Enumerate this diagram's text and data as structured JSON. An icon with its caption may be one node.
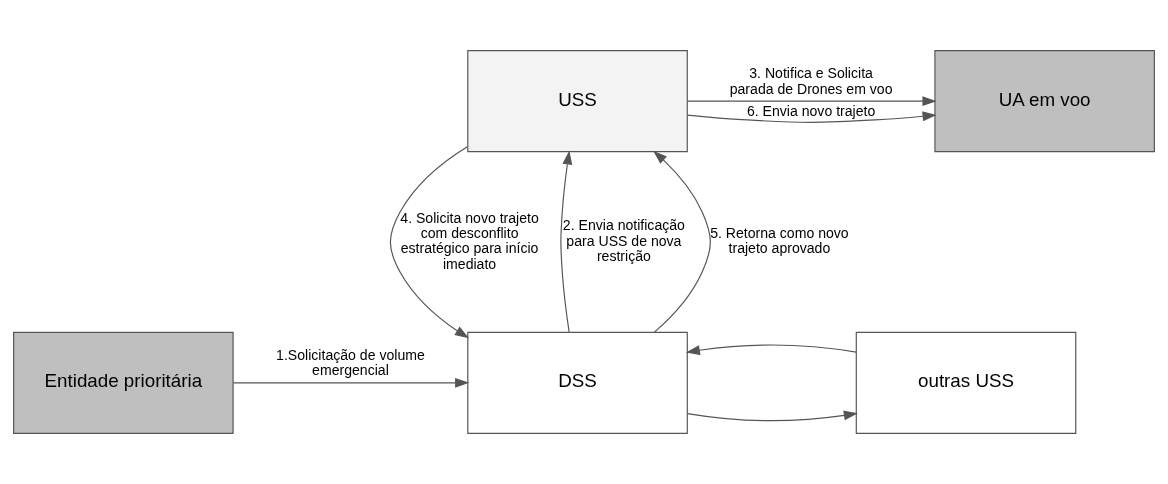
{
  "diagram": {
    "nodes": [
      {
        "text": [
          "UA em voo"
        ]
      },
      {
        "text": [
          "USS"
        ]
      },
      {
        "text": [
          "Entidade prioritária"
        ]
      },
      {
        "text": [
          "DSS"
        ]
      },
      {
        "text": [
          "outras USS"
        ]
      }
    ],
    "edges": [
      {
        "from": 1,
        "to": 0,
        "arrow": "to",
        "label": "6. Envia novo trajeto"
      },
      {
        "from": 1,
        "to": 0,
        "arrow": "to",
        "label": "3. Notifica e Solicita parada de Drones em voo"
      },
      {
        "from": 2,
        "to": 3,
        "arrow": "to",
        "label": "1.Solicitação de volume emergencial"
      },
      {
        "from": 3,
        "to": 1,
        "arrow": "to",
        "label": "2. Envia notificação para USS de nova restrição"
      },
      {
        "from": 1,
        "to": 3,
        "arrow": "to",
        "label": "4. Solicita novo trajeto com desconflito estratégico para início imediato"
      },
      {
        "from": 3,
        "to": 1,
        "arrow": "to",
        "label": "5. Retorna como novo trajeto aprovado"
      },
      {
        "from": 3,
        "to": 4,
        "arrow": "to"
      },
      {
        "from": 4,
        "to": 3,
        "arrow": "to"
      }
    ]
  }
}
